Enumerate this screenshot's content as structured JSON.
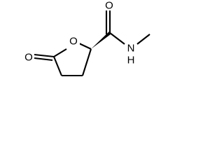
{
  "molecule": {
    "atoms": {
      "ring_oxygen": "O",
      "lactone_carbonyl_oxygen": "O",
      "amide_carbonyl_oxygen": "O",
      "amide_nitrogen": "N",
      "amide_hydrogen": "H"
    }
  }
}
